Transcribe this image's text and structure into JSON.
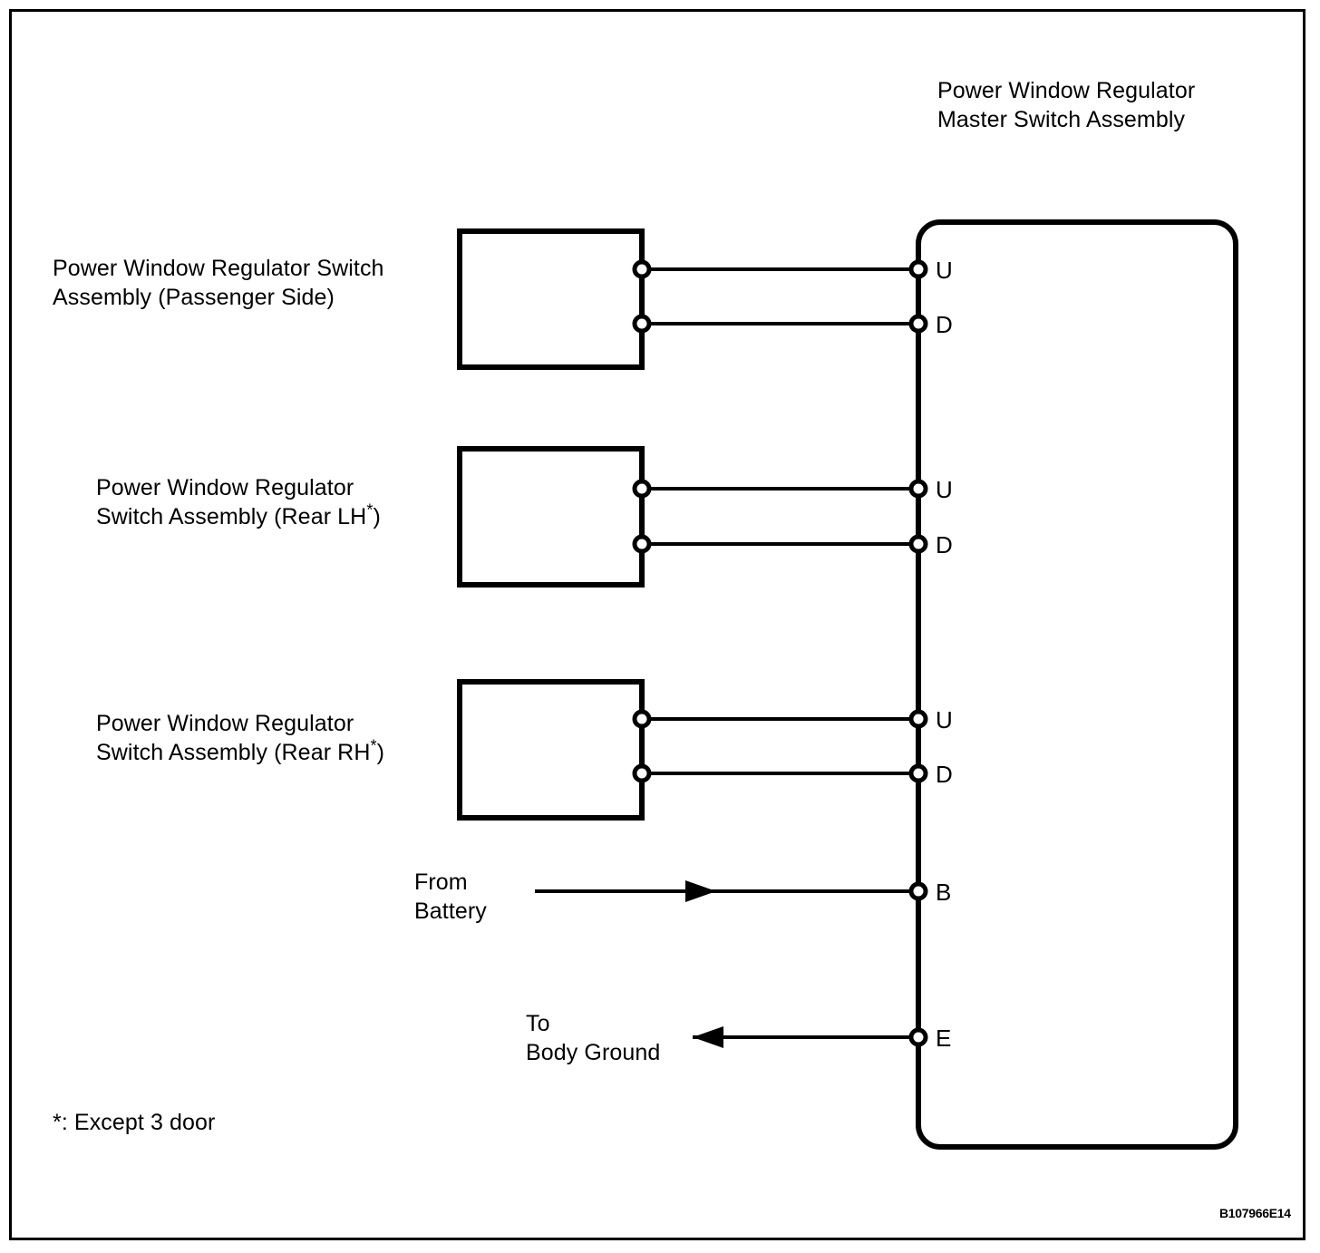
{
  "figure": {
    "title_line1": "Power Window Regulator",
    "title_line2": "Master Switch Assembly",
    "footnote": "*: Except 3 door",
    "code": "B107966E14",
    "background_color": "#ffffff",
    "line_color": "#000000"
  },
  "switch_boxes": [
    {
      "id": "passenger",
      "label_line1": "Power Window Regulator Switch",
      "label_line2": "Assembly (Passenger Side)",
      "label_line2_suffix": "",
      "terminals": [
        "U",
        "D"
      ]
    },
    {
      "id": "rear-lh",
      "label_line1": "Power Window Regulator",
      "label_line2": "Switch Assembly (Rear LH",
      "label_line2_suffix": ")",
      "asterisk": "*",
      "terminals": [
        "U",
        "D"
      ]
    },
    {
      "id": "rear-rh",
      "label_line1": "Power Window Regulator",
      "label_line2": "Switch Assembly (Rear RH",
      "label_line2_suffix": ")",
      "asterisk": "*",
      "terminals": [
        "U",
        "D"
      ]
    }
  ],
  "terminals": {
    "t1": "U",
    "t2": "D",
    "t3": "U",
    "t4": "D",
    "t5": "U",
    "t6": "D",
    "t7": "B",
    "t8": "E"
  },
  "power_source": {
    "line1": "From",
    "line2": "Battery",
    "arrow_direction": "right"
  },
  "ground": {
    "line1": "To",
    "line2": "Body Ground",
    "arrow_direction": "left"
  }
}
